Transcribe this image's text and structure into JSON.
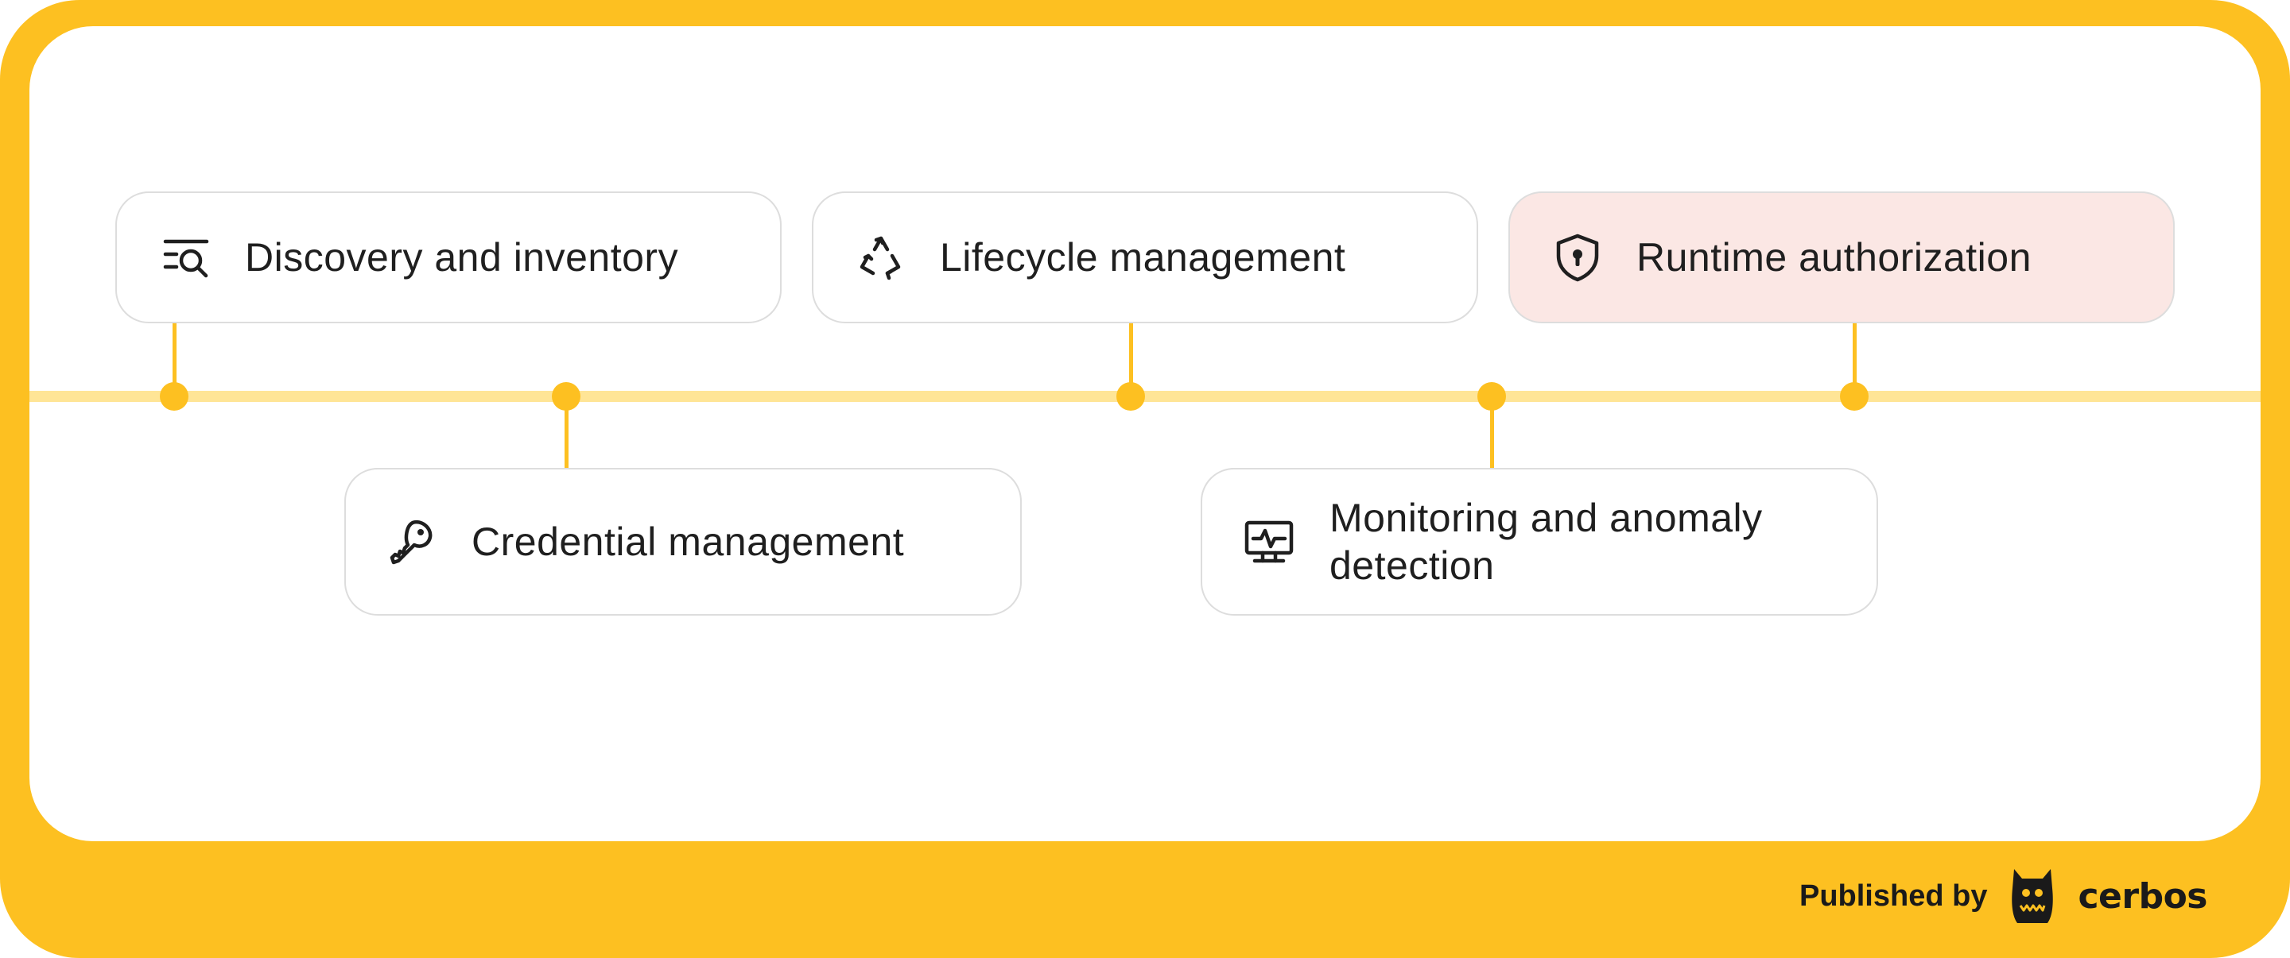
{
  "steps": [
    {
      "label": "Discovery and inventory",
      "icon": "discovery-search-icon"
    },
    {
      "label": "Credential management",
      "icon": "key-icon"
    },
    {
      "label": "Lifecycle management",
      "icon": "recycle-icon"
    },
    {
      "label": "Monitoring and anomaly detection",
      "icon": "monitor-pulse-icon"
    },
    {
      "label": "Runtime authorization",
      "icon": "shield-lock-icon",
      "highlighted": true
    }
  ],
  "footer": {
    "published_by": "Published by",
    "brand": "cerbos",
    "logo": "cerbos-monster-logo"
  },
  "colors": {
    "accent": "#FDC021",
    "timeline": "#FFE596",
    "highlight_card": "#FBE7E4",
    "card_border": "#DDDDDD",
    "text": "#1f1f1f"
  }
}
